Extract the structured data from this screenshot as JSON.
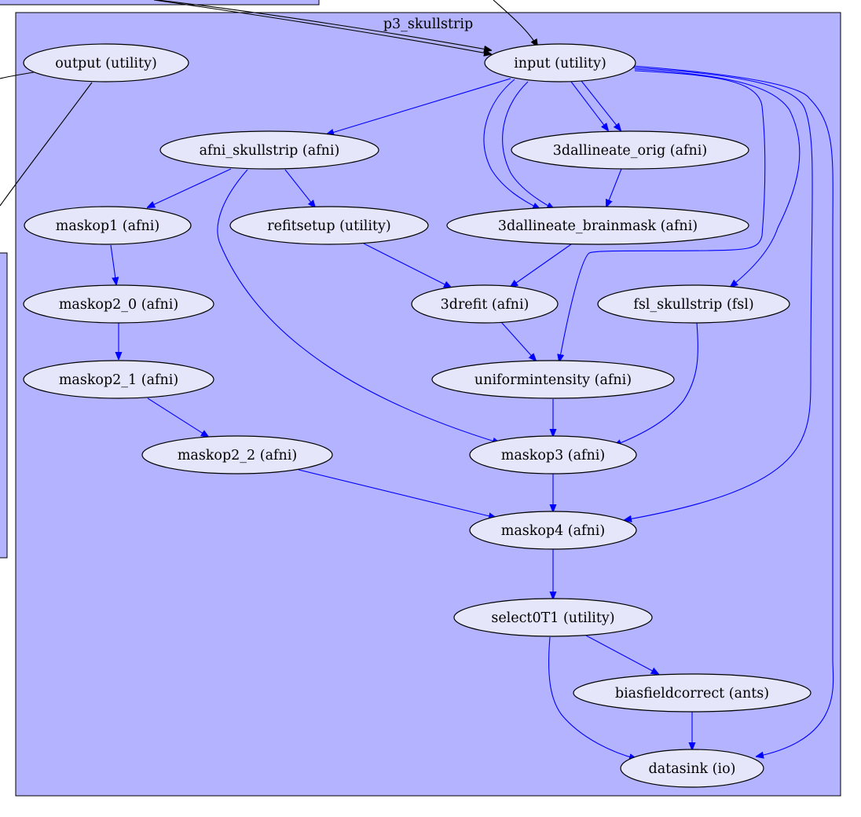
{
  "graph": {
    "cluster": {
      "label": "p3_skullstrip",
      "fill": "#b3b3ff",
      "stroke": "#000000"
    },
    "colors": {
      "node_fill": "#e6e6fa",
      "internal_edge": "#0000ff",
      "external_edge": "#000000",
      "outer_cluster_fill": "#b3b3ff"
    },
    "nodes": {
      "input": "input (utility)",
      "output": "output (utility)",
      "afni_skullstrip": "afni_skullstrip (afni)",
      "dallineate_orig": "3dallineate_orig (afni)",
      "maskop1": "maskop1 (afni)",
      "refitsetup": "refitsetup (utility)",
      "dallineate_brainmask": "3dallineate_brainmask (afni)",
      "maskop2_0": "maskop2_0 (afni)",
      "drefit": "3drefit (afni)",
      "fsl_skullstrip": "fsl_skullstrip (fsl)",
      "maskop2_1": "maskop2_1 (afni)",
      "uniformintensity": "uniformintensity (afni)",
      "maskop2_2": "maskop2_2 (afni)",
      "maskop3": "maskop3 (afni)",
      "maskop4": "maskop4 (afni)",
      "select0T1": "select0T1 (utility)",
      "biasfieldcorrect": "biasfieldcorrect (ants)",
      "datasink": "datasink (io)"
    },
    "edges": [
      [
        "input",
        "afni_skullstrip"
      ],
      [
        "input",
        "dallineate_orig"
      ],
      [
        "input",
        "dallineate_orig"
      ],
      [
        "input",
        "dallineate_brainmask"
      ],
      [
        "input",
        "dallineate_brainmask"
      ],
      [
        "input",
        "uniformintensity"
      ],
      [
        "input",
        "fsl_skullstrip"
      ],
      [
        "input",
        "maskop4"
      ],
      [
        "input",
        "datasink"
      ],
      [
        "afni_skullstrip",
        "maskop1"
      ],
      [
        "afni_skullstrip",
        "refitsetup"
      ],
      [
        "afni_skullstrip",
        "maskop3"
      ],
      [
        "dallineate_orig",
        "dallineate_brainmask"
      ],
      [
        "maskop1",
        "maskop2_0"
      ],
      [
        "refitsetup",
        "drefit"
      ],
      [
        "dallineate_brainmask",
        "drefit"
      ],
      [
        "maskop2_0",
        "maskop2_1"
      ],
      [
        "drefit",
        "uniformintensity"
      ],
      [
        "fsl_skullstrip",
        "maskop3"
      ],
      [
        "maskop2_1",
        "maskop2_2"
      ],
      [
        "uniformintensity",
        "maskop3"
      ],
      [
        "maskop2_2",
        "maskop4"
      ],
      [
        "maskop3",
        "maskop4"
      ],
      [
        "maskop4",
        "select0T1"
      ],
      [
        "select0T1",
        "biasfieldcorrect"
      ],
      [
        "select0T1",
        "datasink"
      ],
      [
        "biasfieldcorrect",
        "datasink"
      ]
    ]
  }
}
